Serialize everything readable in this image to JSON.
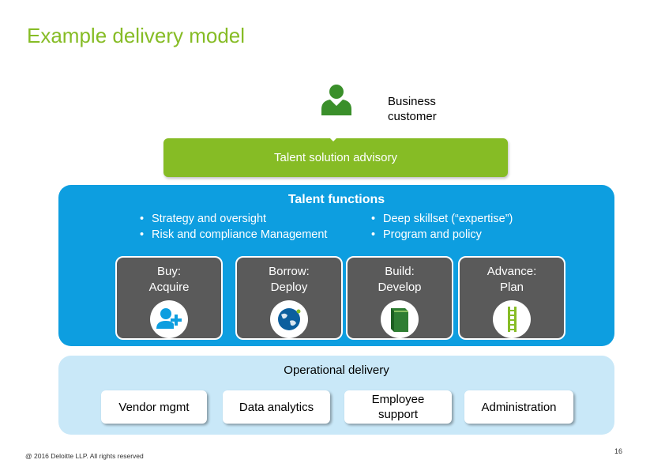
{
  "title": "Example delivery model",
  "customer": {
    "icon": "person-icon",
    "line1": "Business",
    "line2": "customer"
  },
  "advisory": {
    "label": "Talent solution advisory"
  },
  "talent_functions": {
    "title": "Talent functions",
    "bullets_left": [
      "Strategy and oversight",
      "Risk and compliance Management"
    ],
    "bullets_right": [
      "Deep skillset (“expertise”)",
      "Program and policy"
    ],
    "cards": [
      {
        "line1": "Buy:",
        "line2": "Acquire",
        "icon": "add-user-icon"
      },
      {
        "line1": "Borrow:",
        "line2": "Deploy",
        "icon": "globe-icon"
      },
      {
        "line1": "Build:",
        "line2": "Develop",
        "icon": "book-icon"
      },
      {
        "line1": "Advance:",
        "line2": "Plan",
        "icon": "ladder-icon"
      }
    ]
  },
  "operational": {
    "title": "Operational delivery",
    "items": [
      "Vendor mgmt",
      "Data analytics",
      "Employee support",
      "Administration"
    ]
  },
  "footer": {
    "copyright": "@ 2016 Deloitte LLP. All rights reserved",
    "page": "16"
  },
  "colors": {
    "green": "#86bc25",
    "blue": "#0d9ee0",
    "light_blue": "#c9e8f8",
    "card_gray": "#5a5a5a"
  }
}
